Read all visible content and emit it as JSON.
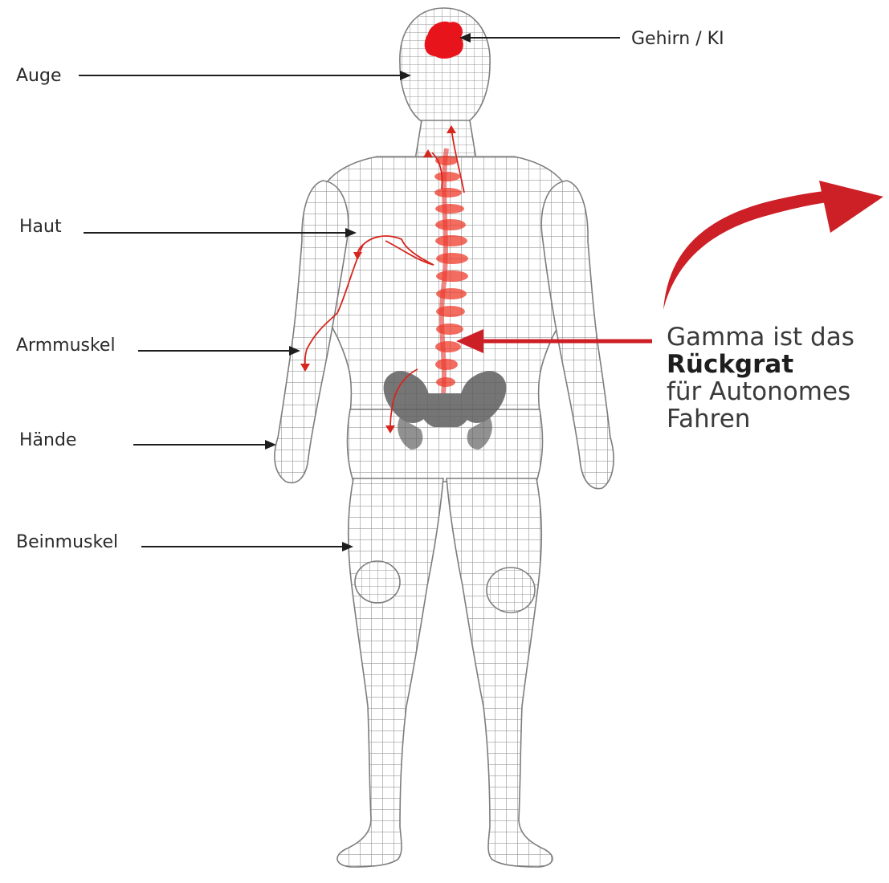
{
  "labels": {
    "gehirn": "Gehirn / KI",
    "auge": "Auge",
    "haut": "Haut",
    "armmuskel": "Armmuskel",
    "haende": "Hände",
    "beinmuskel": "Beinmuskel"
  },
  "callout": {
    "line1": "Gamma ist das",
    "line2": "Rückgrat",
    "line3": "für Autonomes",
    "line4": "Fahren"
  },
  "colors": {
    "accent_red": "#cc1f26",
    "nerve_red": "#e0231d",
    "brain_red": "#e8141b",
    "wire_gray": "#8a8a8a",
    "text": "#2a2a2a"
  }
}
